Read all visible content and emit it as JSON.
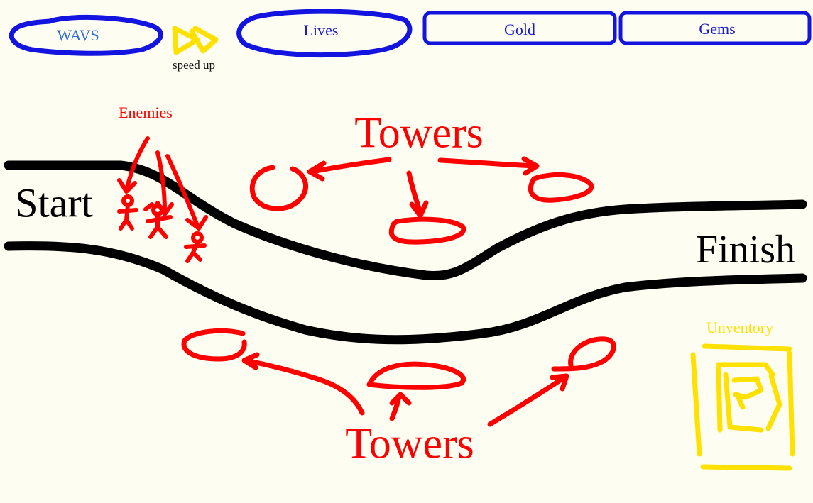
{
  "colors": {
    "hud": "#1414e0",
    "hud_text_blue": "#2e6bd6",
    "hud_text_dark": "#1a1ad0",
    "speed": "#ffe100",
    "towers": "#ff0000",
    "path": "#000000",
    "inventory": "#ffe100"
  },
  "hud": {
    "waves": "WAVS",
    "lives": "Lives",
    "gold": "Gold",
    "gems": "Gems",
    "speed_icon": "fast-forward-icon",
    "speed_caption": "speed up"
  },
  "map": {
    "start_label": "Start",
    "finish_label": "Finish",
    "enemies_label": "Enemies",
    "towers_top_label": "Towers",
    "towers_bottom_label": "Towers",
    "inventory_label": "Unventory"
  }
}
